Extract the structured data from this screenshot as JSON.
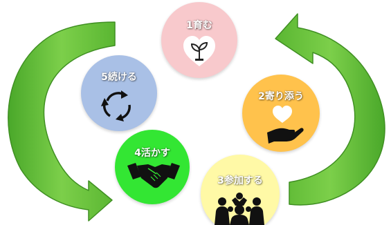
{
  "diagram": {
    "steps": [
      {
        "label": "1育む",
        "icon": "sprout-heart-icon",
        "color": "#f8c9cc"
      },
      {
        "label": "2寄り添う",
        "icon": "heart-hand-icon",
        "color": "#ffc24c"
      },
      {
        "label": "3参加する",
        "icon": "people-group-icon",
        "color": "#fff9a6"
      },
      {
        "label": "4活かす",
        "icon": "handshake-icon",
        "color": "#33e633"
      },
      {
        "label": "5続ける",
        "icon": "cycle-arrows-icon",
        "color": "#a9c0e6"
      }
    ],
    "arrow_color": "#6cc04a",
    "arrow_outline_color": "#4a9a2c"
  }
}
